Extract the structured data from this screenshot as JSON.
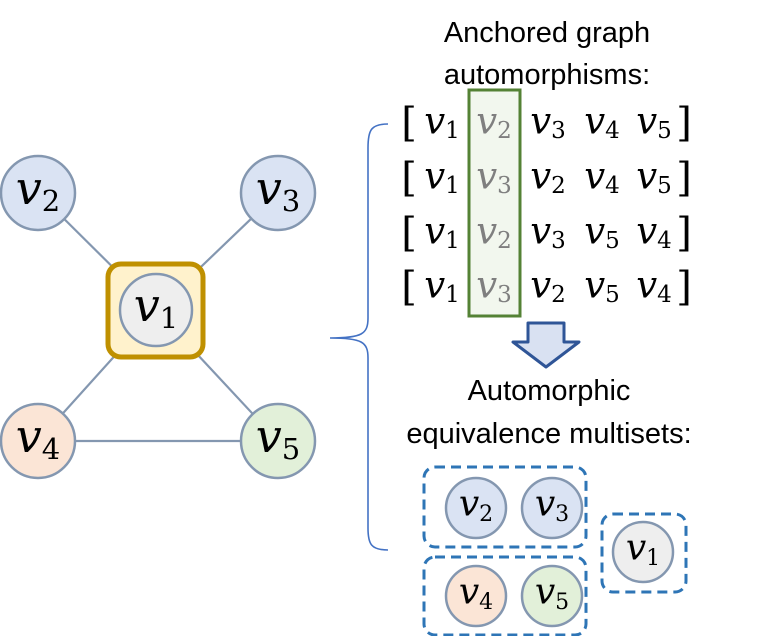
{
  "title": {
    "line1": "Anchored graph",
    "line2": "automorphisms:"
  },
  "subtitle": {
    "line1": "Automorphic",
    "line2": "equivalence multisets:"
  },
  "graph": {
    "anchor": "v1",
    "nodes": [
      {
        "id": "v1",
        "sub": "1",
        "fill": "#eeeeee"
      },
      {
        "id": "v2",
        "sub": "2",
        "fill": "#dae3f3"
      },
      {
        "id": "v3",
        "sub": "3",
        "fill": "#dae3f3"
      },
      {
        "id": "v4",
        "sub": "4",
        "fill": "#fbe5d6"
      },
      {
        "id": "v5",
        "sub": "5",
        "fill": "#e2f0d9"
      }
    ],
    "edges": [
      [
        "v1",
        "v2"
      ],
      [
        "v1",
        "v3"
      ],
      [
        "v1",
        "v4"
      ],
      [
        "v1",
        "v5"
      ],
      [
        "v4",
        "v5"
      ]
    ]
  },
  "automorphisms": [
    [
      "1",
      "2",
      "3",
      "4",
      "5"
    ],
    [
      "1",
      "3",
      "2",
      "4",
      "5"
    ],
    [
      "1",
      "2",
      "3",
      "5",
      "4"
    ],
    [
      "1",
      "3",
      "2",
      "5",
      "4"
    ]
  ],
  "multisets": [
    [
      "2",
      "3"
    ],
    [
      "4",
      "5"
    ],
    [
      "1"
    ]
  ],
  "colors": {
    "edge": "#8497b0",
    "node_stroke": "#8497b0",
    "anchor_box_fill": "#fff2cc",
    "anchor_box_stroke": "#bf9000",
    "highlight_stroke": "#548235",
    "highlight_fill": "#f2f7ee",
    "highlight_text": "#7f7f7f",
    "brace": "#4472c4",
    "arrow_fill": "#d9e1f2",
    "arrow_stroke": "#2f5597",
    "multiset_box": "#2e75b6"
  }
}
